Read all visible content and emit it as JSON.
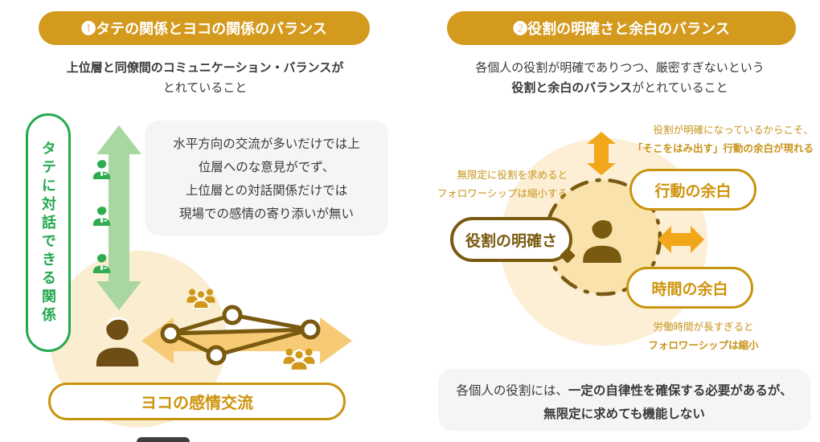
{
  "colors": {
    "gold": "#D49A1E",
    "gold_accent": "#C9940D",
    "gold_text": "#C8941A",
    "dark_olive": "#7A5A10",
    "green": "#23A94E",
    "light_green_arrow": "#A9D7A1",
    "light_orange_arrow": "#F7CB76",
    "gold_arrow": "#F2A71B",
    "cream_circle": "#FBEDD0",
    "inner_circle": "#FAE2AC",
    "gray_box": "#F5F5F5",
    "body_text": "#3A3A3A",
    "brown_person": "#6F4E16"
  },
  "left": {
    "header": "❶タテの関係とヨコの関係のバランス",
    "subtitle_bold": "上位層と同僚間のコミュニケーション・バランスが",
    "subtitle_rest": "とれていること",
    "vertical_label": "タテに対話できる関係",
    "bubble_lines": [
      "水平方向の交流が多いだけでは上",
      "位層へのな意見がでず、",
      "上位層との対話関係だけでは",
      "現場での感情の寄り添いが無い"
    ],
    "bottom_pill": "ヨコの感情交流"
  },
  "right": {
    "header": "❷役割の明確さと余白のバランス",
    "subtitle_line1": "各個人の役割が明確でありつつ、厳密すぎないという",
    "subtitle_line2_bold": "役割と余白のバランス",
    "subtitle_line2_rest": "がとれていること",
    "annotation_top_line1": "役割が明確になっているからこそ、",
    "annotation_top_line2": "「そこをはみ出す」行動の余白が現れる",
    "annotation_left_line1": "無限定に役割を求めると",
    "annotation_left_line2": "フォロワーシップは縮小する",
    "annotation_bottom_line1": "労働時間が長すぎると",
    "annotation_bottom_line2": "フォロワーシップは縮小",
    "pill_role": "役割の明確さ",
    "pill_action": "行動の余白",
    "pill_time": "時間の余白",
    "footer_line1_normal": "各個人の役割には、",
    "footer_line1_bold": "一定の自律性を確保する必要があるが、",
    "footer_line2": "無限定に求めても機能しない"
  }
}
